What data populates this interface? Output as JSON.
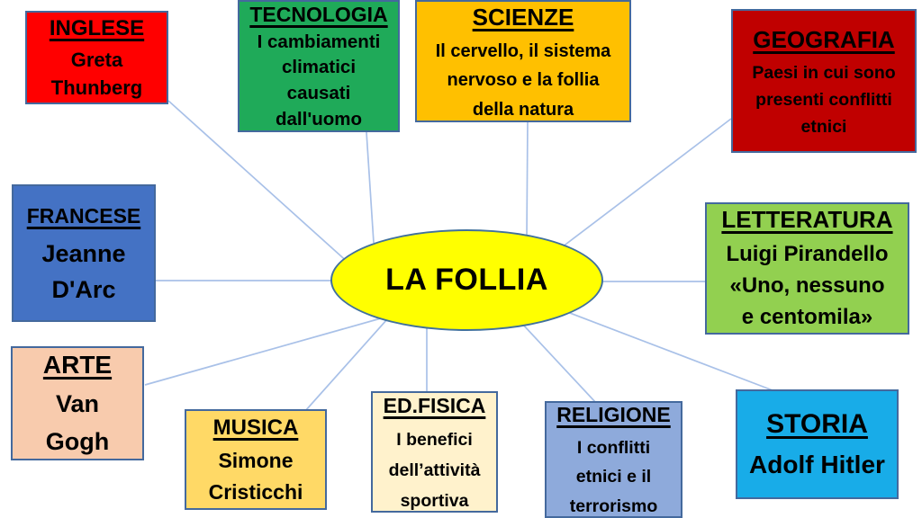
{
  "diagram_title": "LA FOLLIA",
  "center": {
    "label": "LA FOLLIA",
    "fill": "#FFFF00",
    "border_color": "#41719C"
  },
  "connector_color": "#A9C1E8",
  "node_border_color": "#44699D",
  "nodes": [
    {
      "id": "inglese",
      "title": "INGLESE",
      "fill": "#FF0000",
      "lines": [
        "Greta",
        "Thunberg"
      ]
    },
    {
      "id": "tecnologia",
      "title": "TECNOLOGIA",
      "fill": "#1FAA59",
      "lines": [
        "I cambiamenti",
        "climatici",
        "causati",
        "dall'uomo"
      ]
    },
    {
      "id": "scienze",
      "title": "SCIENZE",
      "fill": "#FFC000",
      "lines": [
        "Il cervello, il sistema",
        "nervoso e la follia",
        "della natura"
      ]
    },
    {
      "id": "geografia",
      "title": "GEOGRAFIA",
      "fill": "#C00000",
      "lines": [
        "Paesi in cui sono",
        "presenti conflitti",
        "etnici"
      ]
    },
    {
      "id": "francese",
      "title": "FRANCESE",
      "fill": "#4472C4",
      "lines": [
        "Jeanne",
        "D'Arc"
      ]
    },
    {
      "id": "letteratura",
      "title": "LETTERATURA",
      "fill": "#92D050",
      "lines": [
        "Luigi Pirandello",
        "«Uno, nessuno",
        "e centomila»"
      ]
    },
    {
      "id": "arte",
      "title": "ARTE",
      "fill": "#F8CBAD",
      "lines": [
        "Van",
        "Gogh"
      ]
    },
    {
      "id": "musica",
      "title": "MUSICA",
      "fill": "#FFD966",
      "lines": [
        "Simone",
        "Cristicchi"
      ]
    },
    {
      "id": "edfisica",
      "title": "ED.FISICA",
      "fill": "#FFF2CC",
      "lines": [
        "I benefici",
        "dell’attività",
        "sportiva"
      ]
    },
    {
      "id": "religione",
      "title": "RELIGIONE",
      "fill": "#8EAADB",
      "lines": [
        "I conflitti",
        "etnici e il",
        "terrorismo"
      ]
    },
    {
      "id": "storia",
      "title": "STORIA",
      "fill": "#18ACE8",
      "lines": [
        "Adolf Hitler"
      ]
    }
  ]
}
